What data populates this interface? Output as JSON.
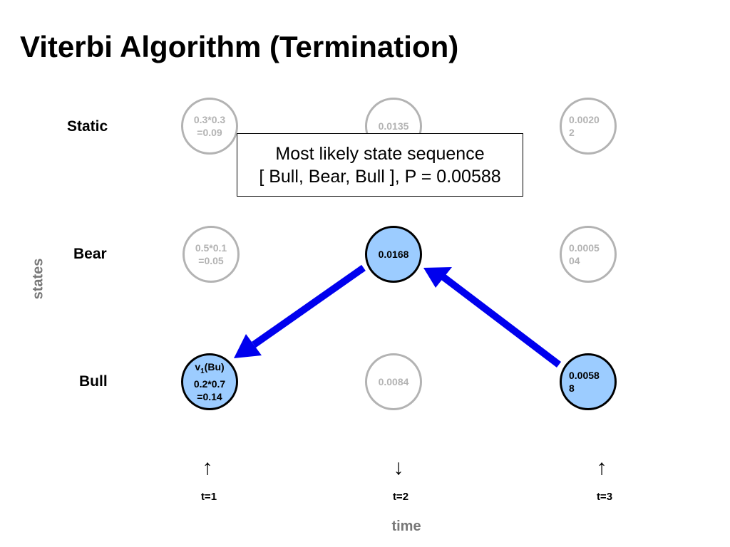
{
  "title": "Viterbi Algorithm (Termination)",
  "states": [
    "Static",
    "Bear",
    "Bull"
  ],
  "time_steps": [
    "t=1",
    "t=2",
    "t=3"
  ],
  "axis": {
    "x": "time",
    "y": "states"
  },
  "nodes": {
    "static_t1": [
      "0.3*0.3",
      "=0.09"
    ],
    "static_t2": [
      "0.0135"
    ],
    "static_t3": [
      "0.0020",
      "2"
    ],
    "bear_t1": [
      "0.5*0.1",
      "=0.05"
    ],
    "bear_t2": [
      "0.0168"
    ],
    "bear_t3": [
      "0.0005",
      "04"
    ],
    "bull_t1": {
      "v": "v",
      "sub": "1",
      "arg": "(Bu)",
      "line2": "0.2*0.7",
      "line3": "=0.14"
    },
    "bull_t2": [
      "0.0084"
    ],
    "bull_t3": [
      "0.0058",
      "8"
    ]
  },
  "result": {
    "line1": "Most likely state sequence",
    "line2": "[ Bull, Bear, Bull ], P = 0.00588"
  },
  "time_arrows": [
    "↑",
    "↓",
    "↑"
  ],
  "colors": {
    "active_fill": "#9cccff",
    "arrow": "#0000ee",
    "inactive": "#b3b3b3",
    "axis_label": "#777777"
  }
}
